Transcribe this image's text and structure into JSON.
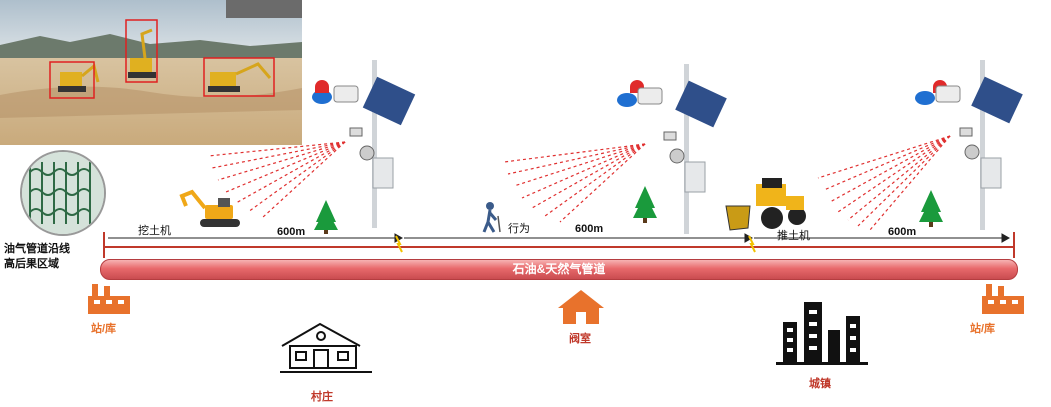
{
  "area_label_line1": "油气管道沿线",
  "area_label_line2": "高后果区域",
  "pipeline_label": "石油&天然气管道",
  "segments": [
    {
      "event_label": "挖土机",
      "distance": "600m"
    },
    {
      "event_label": "行为",
      "distance": "600m"
    },
    {
      "event_label": "推土机",
      "distance": "600m"
    }
  ],
  "facilities": {
    "station_left": "站/库",
    "station_right": "站/库",
    "valve_room": "阀室",
    "village": "村庄",
    "town": "城镇"
  },
  "colors": {
    "pipe": "#e8696b",
    "monitor_line": "#c0392b",
    "facility_orange": "#e8722c",
    "radar": "#e03030"
  }
}
